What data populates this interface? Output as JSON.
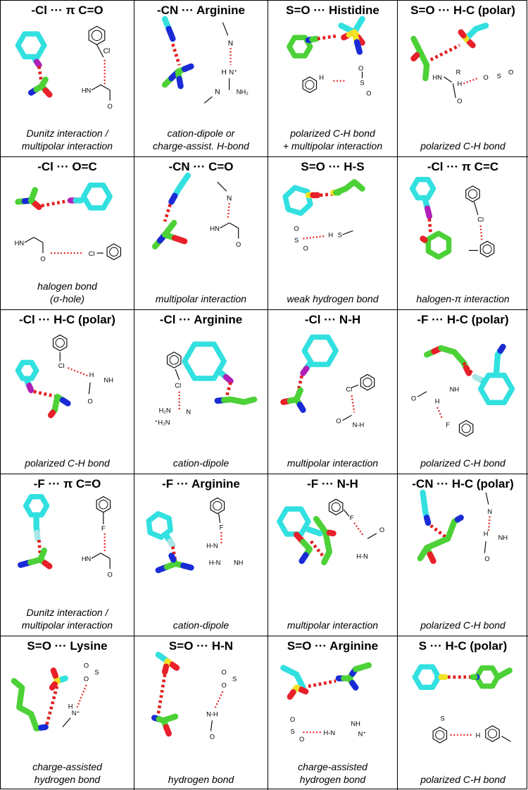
{
  "colors": {
    "carbon_ligand": "#33e0e0",
    "carbon_protein": "#4cd137",
    "nitrogen": "#1a2bd6",
    "oxygen": "#e8202a",
    "sulfur": "#f2e227",
    "chlorine": "#b01fb8",
    "fluorine": "#a6e8e8",
    "contact_line": "#e02020",
    "border": "#000000"
  },
  "cells": [
    {
      "title": "-Cl ··· π C=O",
      "caption": [
        "Dunitz interaction /",
        "multipolar interaction"
      ],
      "motif": "cl-co"
    },
    {
      "title": "-CN ··· Arginine",
      "caption": [
        "cation-dipole or",
        "charge-assist. H-bond"
      ],
      "motif": "cn-arg"
    },
    {
      "title": "S=O ··· Histidine",
      "caption": [
        "polarized C-H bond",
        "+ multipolar interaction"
      ],
      "motif": "so-his"
    },
    {
      "title": "S=O ··· H-C (polar)",
      "caption": [
        "polarized C-H bond"
      ],
      "motif": "so-hc"
    },
    {
      "title": "-Cl ··· O=C",
      "caption": [
        "halogen bond",
        "(σ-hole)"
      ],
      "motif": "cl-oc"
    },
    {
      "title": "-CN ··· C=O",
      "caption": [
        "multipolar interaction"
      ],
      "motif": "cn-co"
    },
    {
      "title": "S=O ··· H-S",
      "caption": [
        "weak hydrogen bond"
      ],
      "motif": "so-hs"
    },
    {
      "title": "-Cl ··· π C=C",
      "caption": [
        "halogen-π interaction"
      ],
      "motif": "cl-cc"
    },
    {
      "title": "-Cl ··· H-C (polar)",
      "caption": [
        "polarized C-H bond"
      ],
      "motif": "cl-hc"
    },
    {
      "title": "-Cl ··· Arginine",
      "caption": [
        "cation-dipole"
      ],
      "motif": "cl-arg"
    },
    {
      "title": "-Cl ··· N-H",
      "caption": [
        "multipolar interaction"
      ],
      "motif": "cl-nh"
    },
    {
      "title": "-F ··· H-C (polar)",
      "caption": [
        "polarized C-H bond"
      ],
      "motif": "f-hc"
    },
    {
      "title": "-F ··· π C=O",
      "caption": [
        "Dunitz interaction /",
        "multipolar interaction"
      ],
      "motif": "f-co"
    },
    {
      "title": "-F ··· Arginine",
      "caption": [
        "cation-dipole"
      ],
      "motif": "f-arg"
    },
    {
      "title": "-F ··· N-H",
      "caption": [
        "multipolar interaction"
      ],
      "motif": "f-nh"
    },
    {
      "title": "-CN ··· H-C (polar)",
      "caption": [
        "polarized C-H bond"
      ],
      "motif": "cn-hc"
    },
    {
      "title": "S=O ··· Lysine",
      "caption": [
        "charge-assisted",
        "hydrogen bond"
      ],
      "motif": "so-lys"
    },
    {
      "title": "S=O ··· H-N",
      "caption": [
        "hydrogen bond"
      ],
      "motif": "so-hn"
    },
    {
      "title": "S=O ··· Arginine",
      "caption": [
        "charge-assisted",
        "hydrogen bond"
      ],
      "motif": "so-arg"
    },
    {
      "title": "S ··· H-C (polar)",
      "caption": [
        "polarized C-H bond"
      ],
      "motif": "s-hc"
    }
  ]
}
